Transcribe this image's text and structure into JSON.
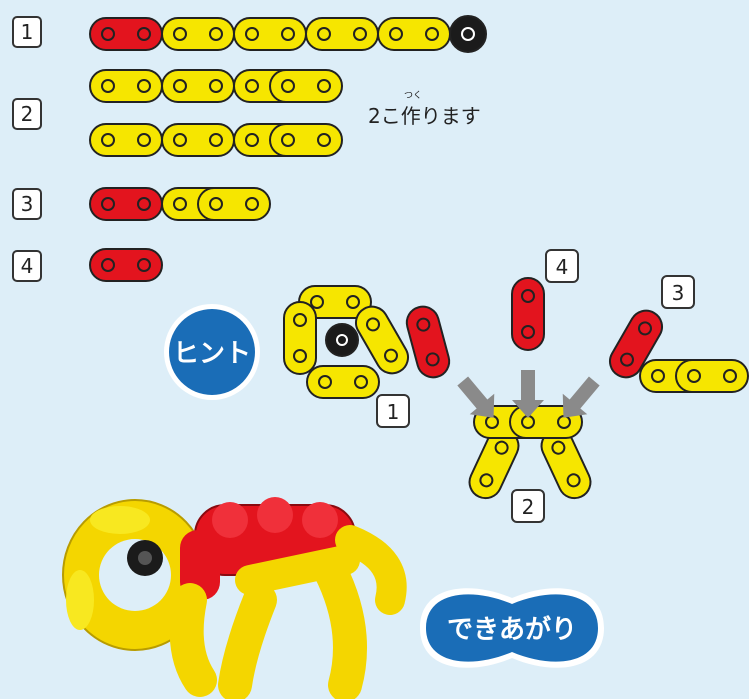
{
  "steps": [
    {
      "number": "1"
    },
    {
      "number": "2",
      "note": "2こ作ります",
      "note_ruby": "つく"
    },
    {
      "number": "3"
    },
    {
      "number": "4"
    }
  ],
  "hint": {
    "badge": "ヒント",
    "labels": [
      "1",
      "2",
      "3",
      "4"
    ]
  },
  "finished": {
    "badge": "できあがり"
  },
  "colors": {
    "red": "#e3141e",
    "yellow": "#f6e600",
    "outline": "#222222",
    "badge_blue": "#1a6db7",
    "background": "#ddeef8"
  }
}
